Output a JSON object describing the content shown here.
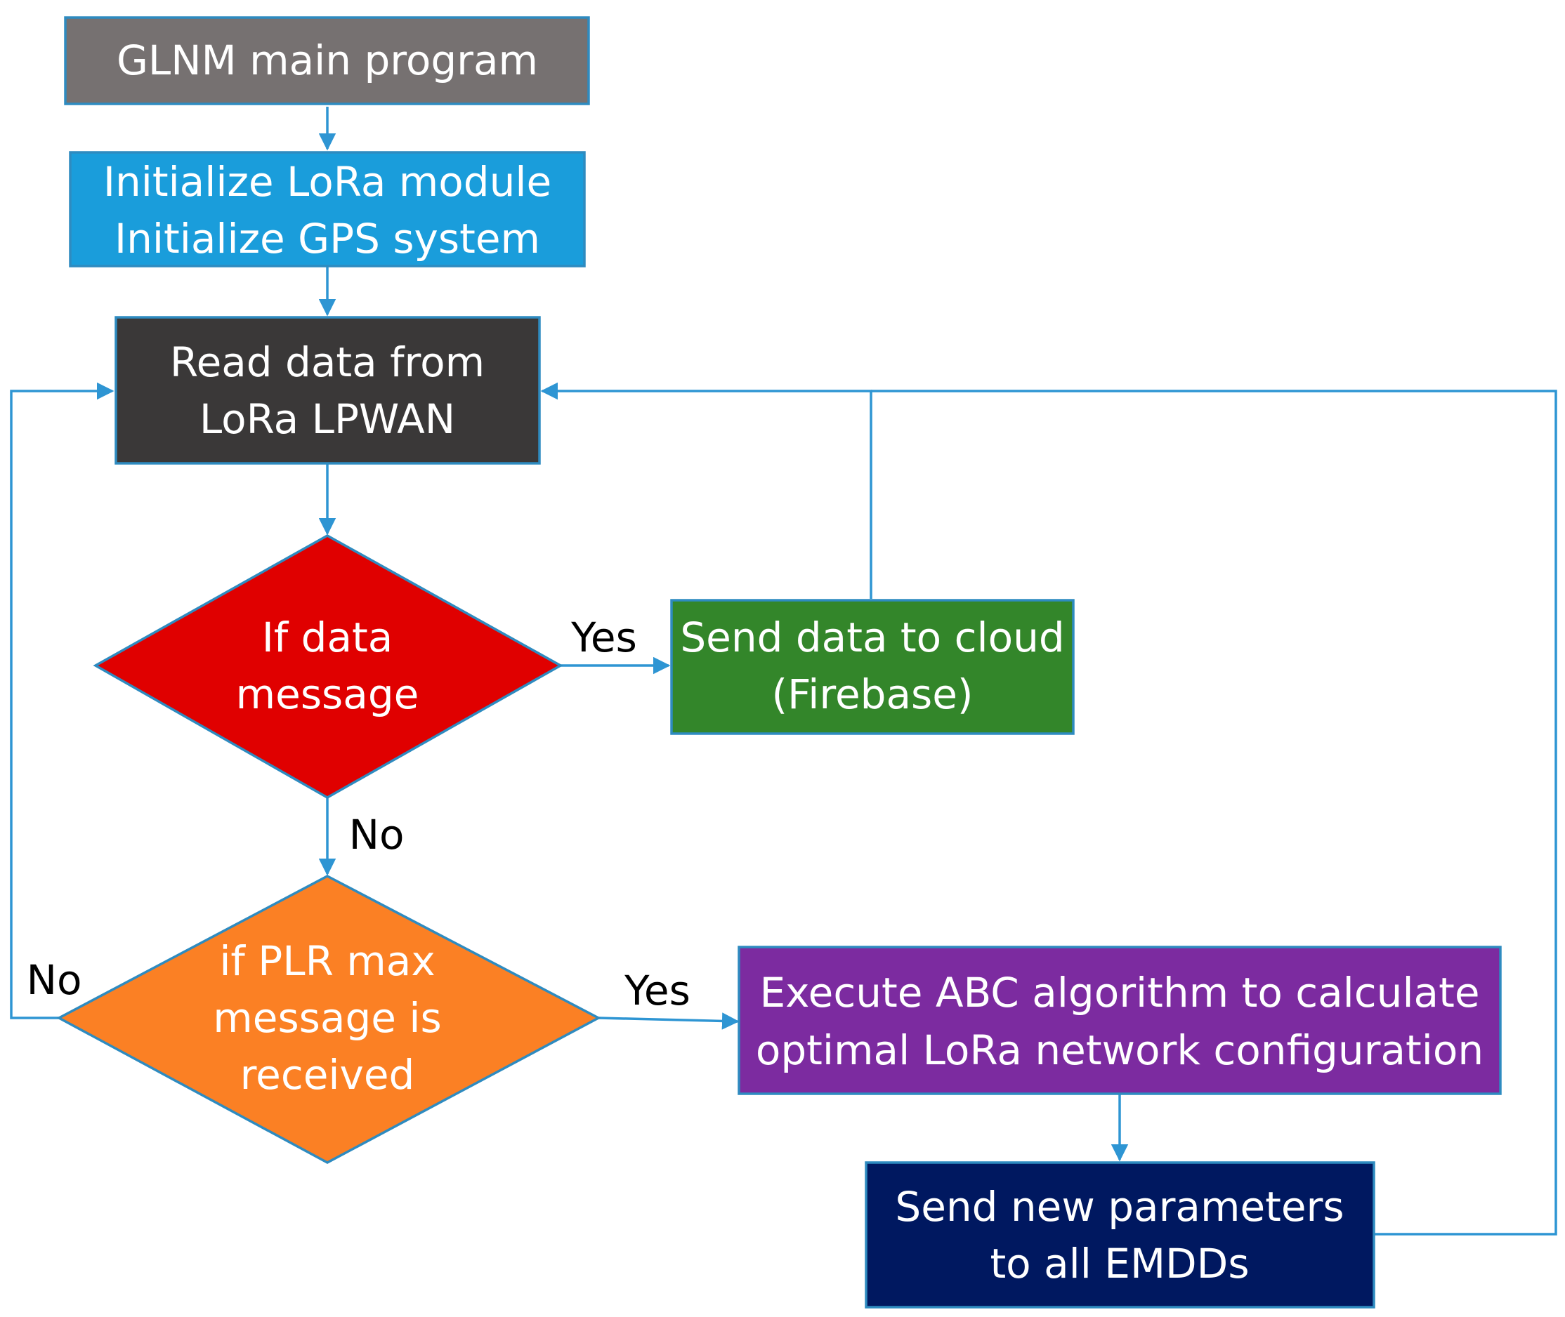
{
  "colors": {
    "start": "#767171",
    "init": "#1a9ddb",
    "read": "#3a3838",
    "decision_data": "#e00000",
    "send_cloud": "#33862a",
    "decision_plr": "#fb8024",
    "execute_abc": "#7c2ba0",
    "send_params": "#001860",
    "border": "#2e8bc0",
    "edge": "#2e95d3"
  },
  "nodes": {
    "start": {
      "lines": [
        "GLNM main program"
      ]
    },
    "init": {
      "lines": [
        "Initialize LoRa module",
        "Initialize GPS system"
      ]
    },
    "read": {
      "lines": [
        "Read data from",
        "LoRa LPWAN"
      ]
    },
    "decision_data": {
      "lines": [
        "If data",
        "message"
      ]
    },
    "send_cloud": {
      "lines": [
        "Send data to cloud",
        "(Firebase)"
      ]
    },
    "decision_plr": {
      "lines": [
        "if PLR max",
        "message is",
        "received"
      ]
    },
    "execute_abc": {
      "lines": [
        "Execute ABC algorithm to calculate",
        "optimal LoRa network configuration"
      ]
    },
    "send_params": {
      "lines": [
        "Send new parameters",
        "to all EMDDs"
      ]
    }
  },
  "edge_labels": {
    "data_yes": "Yes",
    "data_no": "No",
    "plr_yes": "Yes",
    "plr_no": "No"
  }
}
